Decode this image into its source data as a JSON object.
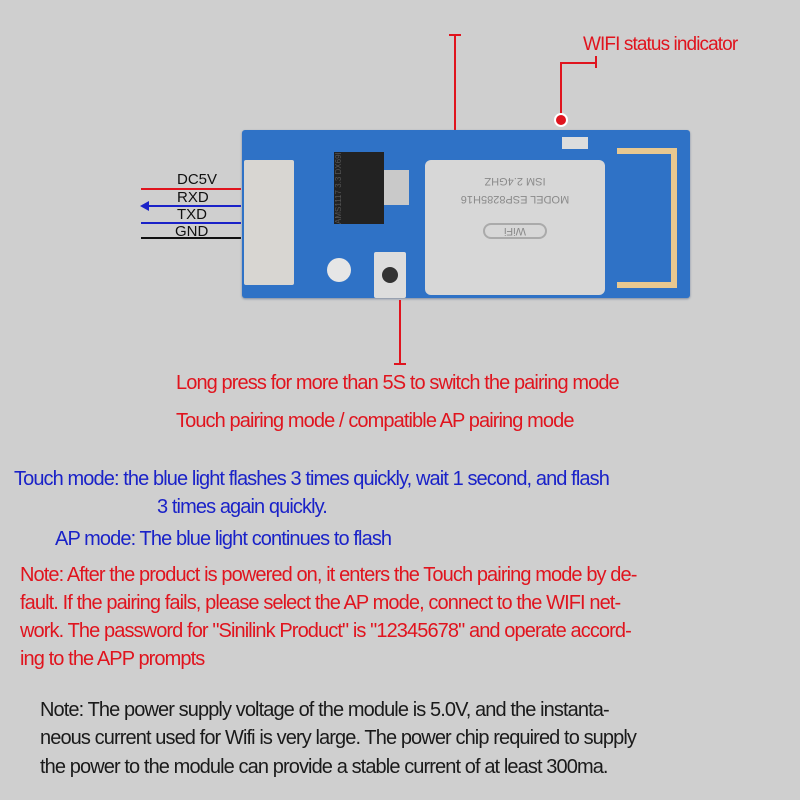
{
  "callouts": {
    "wifi_indicator": "WIFI status indicator",
    "long_press": "Long press for more than 5S to switch the pairing mode",
    "pairing_modes": "Touch pairing mode / compatible AP pairing mode"
  },
  "pins": [
    "DC5V",
    "RXD",
    "TXD",
    "GND"
  ],
  "board": {
    "regulator_text": "AMS1117 3.3 DX69I",
    "module_line1": "ISM 2.4GHZ",
    "module_line2": "MODEL ESP8285H16",
    "module_logo": "WiFi"
  },
  "modes": {
    "touch_line1": "Touch mode: the blue light flashes 3 times quickly, wait 1 second, and flash",
    "touch_line2": "3  times again quickly.",
    "ap": "AP mode: The blue light continues to flash"
  },
  "note_red": [
    "Note: After the product is powered on, it enters the Touch pairing mode by de-",
    "fault. If the pairing fails, please select the AP mode, connect to the WIFI net-",
    "work. The password for \"Sinilink Product\" is \"12345678\" and operate accord-",
    "ing to the APP prompts"
  ],
  "note_black": [
    "Note: The power supply voltage of the module is 5.0V, and the instanta-",
    "neous current used for Wifi is very large. The power chip required to supply",
    "the power to the module can provide a stable current of at least 300ma."
  ],
  "colors": {
    "red": "#e0141e",
    "blue": "#1a22c8",
    "board": "#2f72c6",
    "background": "#cfcfcf"
  }
}
